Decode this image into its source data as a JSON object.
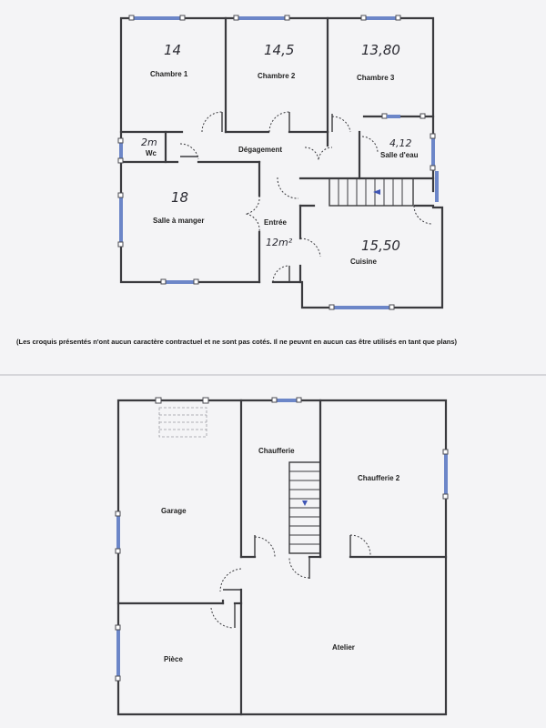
{
  "upper_floor": {
    "rooms": {
      "chambre1": {
        "label": "Chambre 1",
        "area": "14"
      },
      "chambre2": {
        "label": "Chambre 2",
        "area": "14,5"
      },
      "chambre3": {
        "label": "Chambre 3",
        "area": "13,80"
      },
      "wc": {
        "label": "Wc",
        "area": "2m"
      },
      "degagement": {
        "label": "Dégagement"
      },
      "salle_eau": {
        "label": "Salle d'eau",
        "area": "4,12"
      },
      "salle_manger": {
        "label": "Salle à manger",
        "area": "18"
      },
      "entree": {
        "label": "Entrée",
        "area": "12m²"
      },
      "cuisine": {
        "label": "Cuisine",
        "area": "15,50"
      }
    }
  },
  "disclaimer": "(Les croquis présentés n'ont aucun caractère contractuel et ne sont pas cotés. Il ne peuvnt en aucun cas être utilisés en tant que plans)",
  "lower_floor": {
    "rooms": {
      "garage": {
        "label": "Garage"
      },
      "chaufferie": {
        "label": "Chaufferie"
      },
      "chaufferie2": {
        "label": "Chaufferie 2"
      },
      "piece": {
        "label": "Pièce"
      },
      "atelier": {
        "label": "Atelier"
      }
    }
  }
}
